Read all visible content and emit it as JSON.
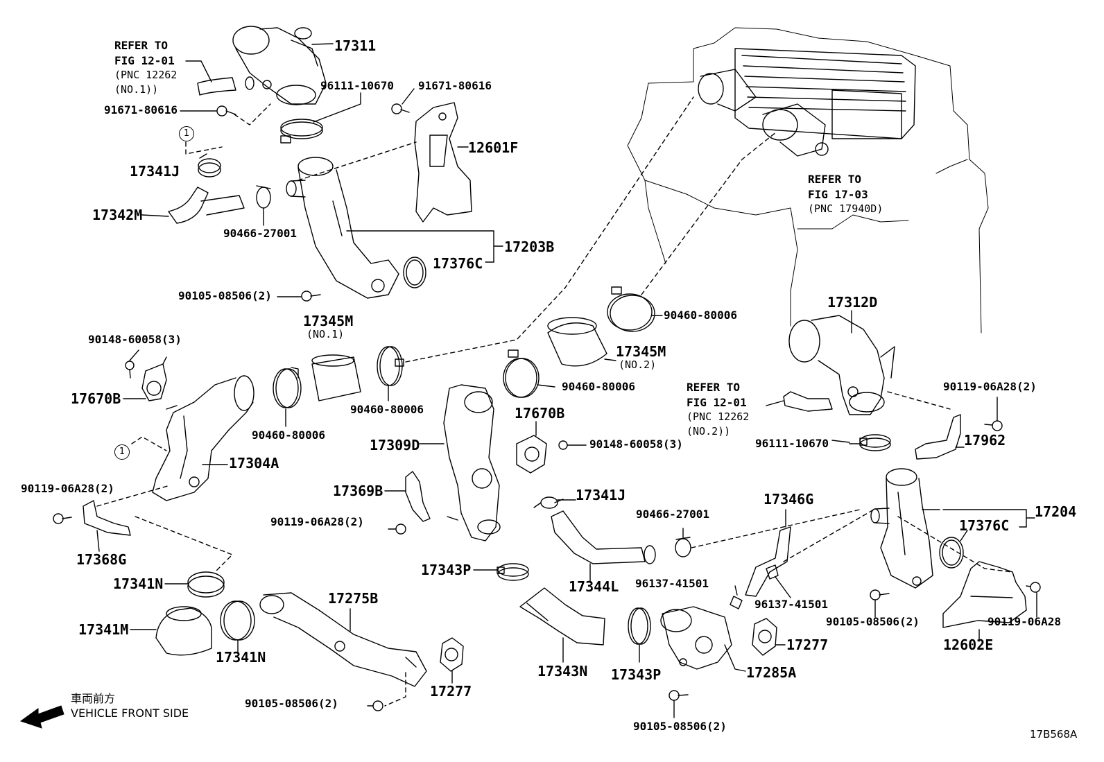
{
  "labels": {
    "p17311": "17311",
    "refer_a": "REFER TO",
    "fig_a": "FIG 12-01",
    "pnc_a": "(PNC 12262",
    "no1_a": "(NO.1))",
    "f91671_a": "91671-80616",
    "f96111_a": "96111-10670",
    "f91671_b": "91671-80616",
    "p12601F": "12601F",
    "p17341J_a": "17341J",
    "p17342M": "17342M",
    "f90466_a": "90466-27001",
    "p17203B": "17203B",
    "p17376C_a": "17376C",
    "f90105_a": "90105-08506(2)",
    "refer_b": "REFER TO",
    "fig_b": "FIG 17-03",
    "pnc_b": "(PNC 17940D)",
    "p17312D": "17312D",
    "f90460_a": "90460-80006",
    "p17345M_a": "17345M",
    "no1_b": "(NO.1)",
    "f90148_a": "90148-60058(3)",
    "p17670B_a": "17670B",
    "p17345M_b": "17345M",
    "no2_b": "(NO.2)",
    "f90460_b": "90460-80006",
    "f90460_c": "90460-80006",
    "f90460_d": "90460-80006",
    "refer_c": "REFER TO",
    "fig_c": "FIG 12-01",
    "pnc_c": "(PNC 12262",
    "no2_c": "(NO.2))",
    "f90119_a": "90119-06A28(2)",
    "p17670B_b": "17670B",
    "f90148_b": "90148-60058(3)",
    "p17309D": "17309D",
    "f96111_b": "96111-10670",
    "p17962": "17962",
    "p17304A": "17304A",
    "f90119_b": "90119-06A28(2)",
    "p17369B": "17369B",
    "p17341J_b": "17341J",
    "p17346G": "17346G",
    "f90466_b": "90466-27001",
    "p17204": "17204",
    "f90119_c": "90119-06A28(2)",
    "p17376C_b": "17376C",
    "p17368G": "17368G",
    "p17343P_a": "17343P",
    "p17341N_a": "17341N",
    "p17344L": "17344L",
    "f96137_a": "96137-41501",
    "f96137_b": "96137-41501",
    "f90105_b": "90105-08506(2)",
    "f90119_d": "90119-06A28",
    "p17275B": "17275B",
    "p17341M": "17341M",
    "p17341N_b": "17341N",
    "p17277_a": "17277",
    "p12602E": "12602E",
    "p17343N": "17343N",
    "p17343P_b": "17343P",
    "p17285A": "17285A",
    "p17277_b": "17277",
    "f90105_c": "90105-08506(2)",
    "f90105_d": "90105-08506(2)",
    "circle_a": "1",
    "circle_b": "1"
  },
  "direction": {
    "jp": "車両前方",
    "en": "VEHICLE FRONT SIDE"
  },
  "diagram_code": "17B568A"
}
